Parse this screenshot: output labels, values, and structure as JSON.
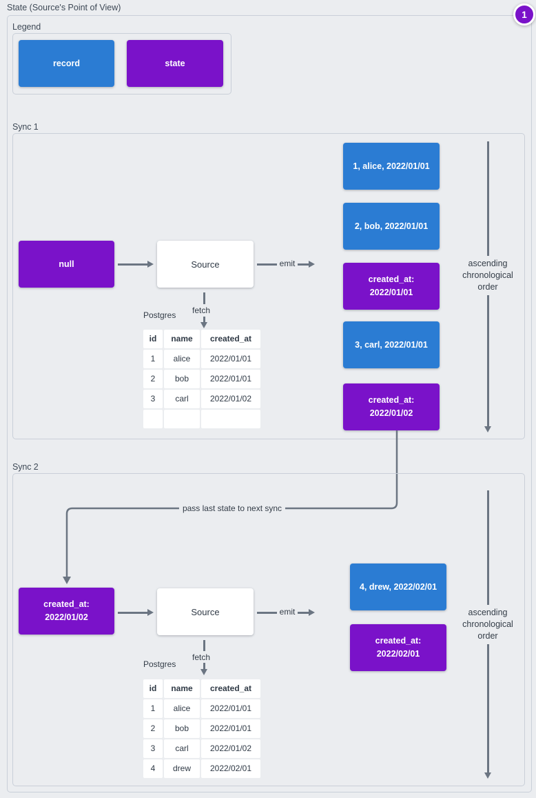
{
  "title": "State (Source's Point of View)",
  "badge": "1",
  "colors": {
    "record_blue": "#2b7cd3",
    "state_purple": "#7a12c9",
    "connector_gray": "#6b7582",
    "background": "#ebedf0",
    "box_border": "#c9cfd8"
  },
  "legend": {
    "label": "Legend",
    "items": [
      {
        "type": "record",
        "label": "record"
      },
      {
        "type": "state",
        "label": "state"
      }
    ]
  },
  "pass_label": "pass last state to next sync",
  "sync1": {
    "label": "Sync 1",
    "input_state": {
      "type": "state",
      "label": "null"
    },
    "source_label": "Source",
    "emit_label": "emit",
    "fetch_label": "fetch",
    "db_label": "Postgres",
    "table": {
      "headers": [
        "id",
        "name",
        "created_at"
      ],
      "rows": [
        [
          "1",
          "alice",
          "2022/01/01"
        ],
        [
          "2",
          "bob",
          "2022/01/01"
        ],
        [
          "3",
          "carl",
          "2022/01/02"
        ],
        [
          "",
          "",
          ""
        ]
      ]
    },
    "emitted": [
      {
        "type": "record",
        "text": "1, alice, 2022/01/01"
      },
      {
        "type": "record",
        "text": "2, bob, 2022/01/01"
      },
      {
        "type": "state",
        "line1": "created_at:",
        "line2": "2022/01/01"
      },
      {
        "type": "record",
        "text": "3, carl, 2022/01/01"
      },
      {
        "type": "state",
        "line1": "created_at:",
        "line2": "2022/01/02"
      }
    ],
    "order_note": {
      "line1": "ascending",
      "line2": "chronological",
      "line3": "order"
    }
  },
  "sync2": {
    "label": "Sync 2",
    "input_state": {
      "type": "state",
      "line1": "created_at:",
      "line2": "2022/01/02"
    },
    "source_label": "Source",
    "emit_label": "emit",
    "fetch_label": "fetch",
    "db_label": "Postgres",
    "table": {
      "headers": [
        "id",
        "name",
        "created_at"
      ],
      "rows": [
        [
          "1",
          "alice",
          "2022/01/01"
        ],
        [
          "2",
          "bob",
          "2022/01/01"
        ],
        [
          "3",
          "carl",
          "2022/01/02"
        ],
        [
          "4",
          "drew",
          "2022/02/01"
        ]
      ]
    },
    "emitted": [
      {
        "type": "record",
        "text": "4, drew, 2022/02/01"
      },
      {
        "type": "state",
        "line1": "created_at:",
        "line2": "2022/02/01"
      }
    ],
    "order_note": {
      "line1": "ascending",
      "line2": "chronological",
      "line3": "order"
    }
  }
}
